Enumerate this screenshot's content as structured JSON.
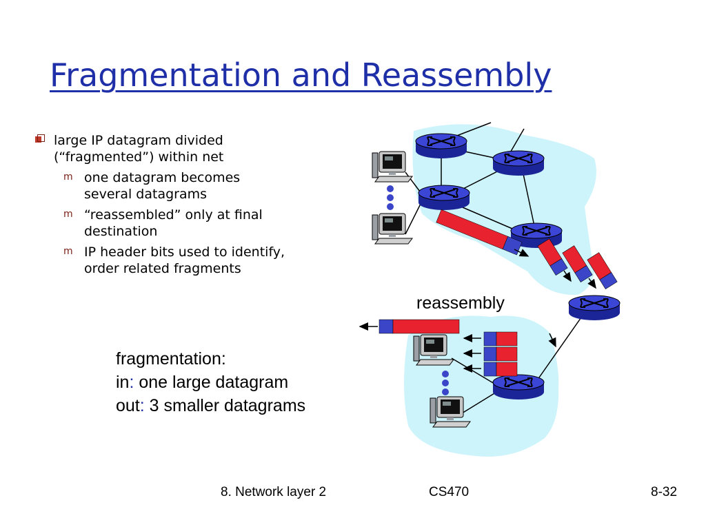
{
  "title": "Fragmentation and Reassembly",
  "bullets": [
    {
      "text": "large IP datagram divided (“fragmented”) within net",
      "sub": [
        "one datagram becomes several datagrams",
        "“reassembled” only at final destination",
        "IP header bits used to identify, order related fragments"
      ]
    }
  ],
  "fragmentation": {
    "heading": "fragmentation:",
    "in_label": "in",
    "in_text": " one large datagram",
    "out_label": "out",
    "out_text": " 3 smaller datagrams"
  },
  "reassembly_label": "reassembly",
  "footer": {
    "left": "8. Network layer  2",
    "center": "CS470",
    "right": "8-32"
  },
  "colors": {
    "title": "#1f2fa8",
    "cloud": "#cdf4fb",
    "router": "#2a33c9",
    "datagram_data": "#e8222f",
    "datagram_header": "#3b45c8"
  }
}
